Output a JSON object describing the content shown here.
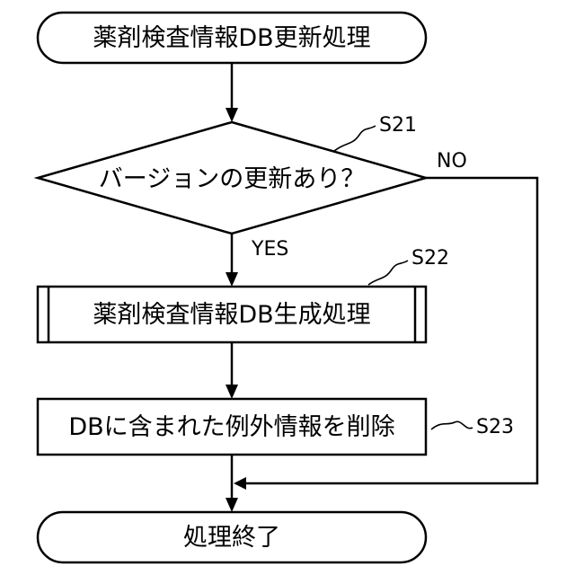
{
  "flowchart": {
    "start": {
      "text": "薬剤検査情報DB更新処理"
    },
    "decision": {
      "text": "バージョンの更新あり？",
      "step": "S21",
      "no_label": "NO",
      "yes_label": "YES"
    },
    "process_generate": {
      "text": "薬剤検査情報DB生成処理",
      "step": "S22"
    },
    "process_delete": {
      "text": "DBに含まれた例外情報を削除",
      "step": "S23"
    },
    "end": {
      "text": "処理終了"
    }
  }
}
